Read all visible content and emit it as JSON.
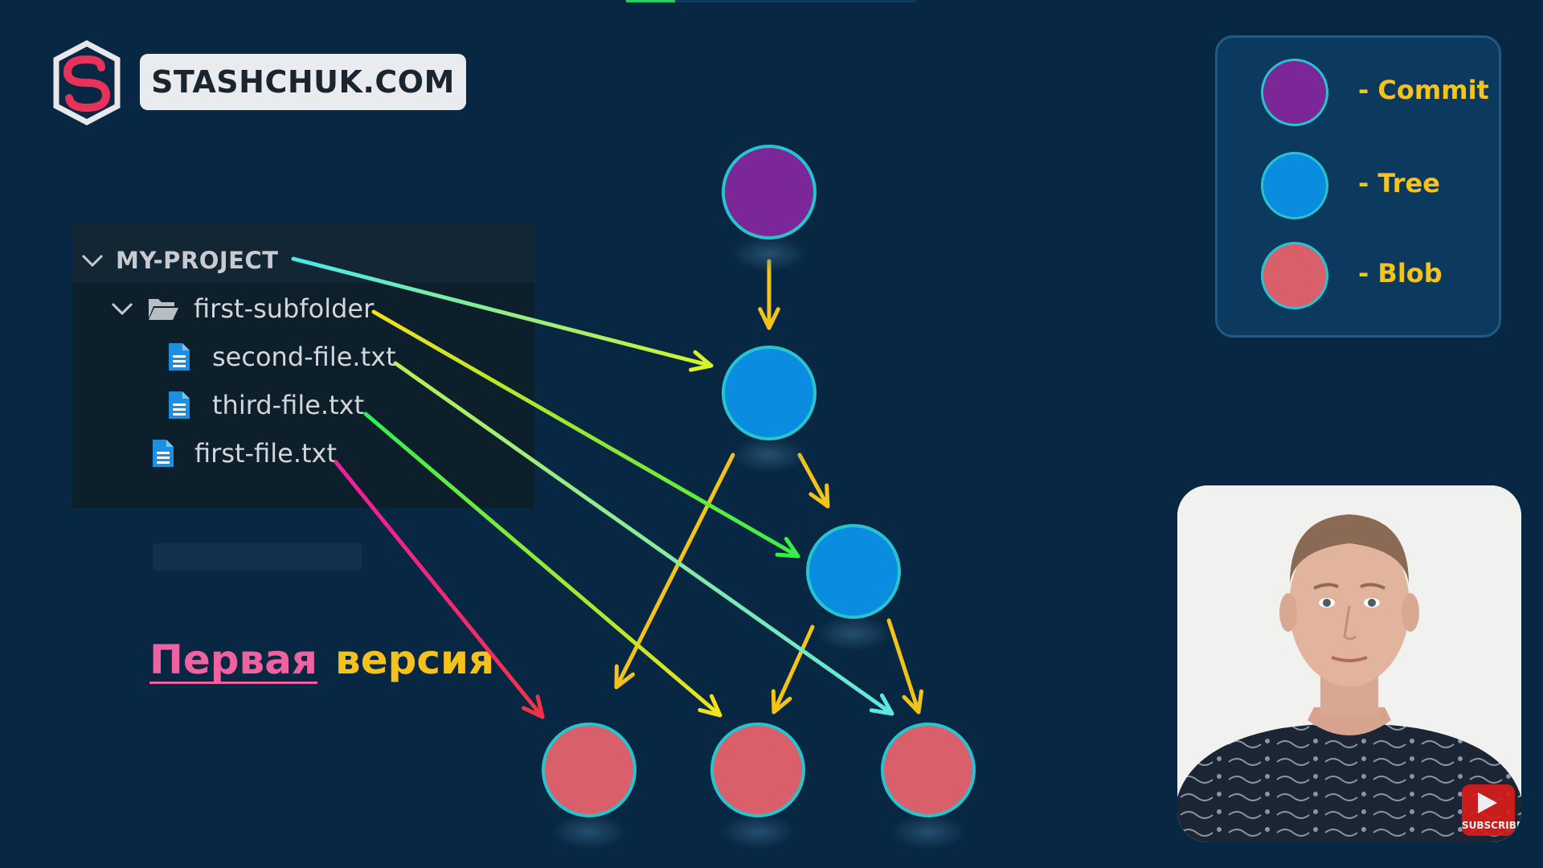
{
  "brand": {
    "logo_text": "STASHCHUK.COM"
  },
  "video": {
    "progress_fraction": 0.17
  },
  "file_tree": {
    "root": "MY-PROJECT",
    "subfolder": "first-subfolder",
    "subfolder_files": [
      "second-file.txt",
      "third-file.txt"
    ],
    "root_file": "first-file.txt"
  },
  "caption": {
    "word1": "Первая",
    "word2": "версия"
  },
  "legend": {
    "items": [
      {
        "label": "- Commit",
        "color": "#7b2798"
      },
      {
        "label": "- Tree",
        "color": "#0a8de0"
      },
      {
        "label": "- Blob",
        "color": "#d9606a"
      }
    ]
  },
  "diagram": {
    "node_colors": {
      "commit": "#7b2798",
      "tree": "#0a8de0",
      "blob": "#d9606a",
      "border": "#27c4cf"
    },
    "arrow_colors": {
      "yellow": "#f2c417",
      "lime": "#9df23a",
      "green": "#40ef45",
      "aqua": "#6ee8cf",
      "pink": "#ef2f86"
    }
  },
  "webcam": {
    "subscribe_label": "SUBSCRIBE"
  }
}
